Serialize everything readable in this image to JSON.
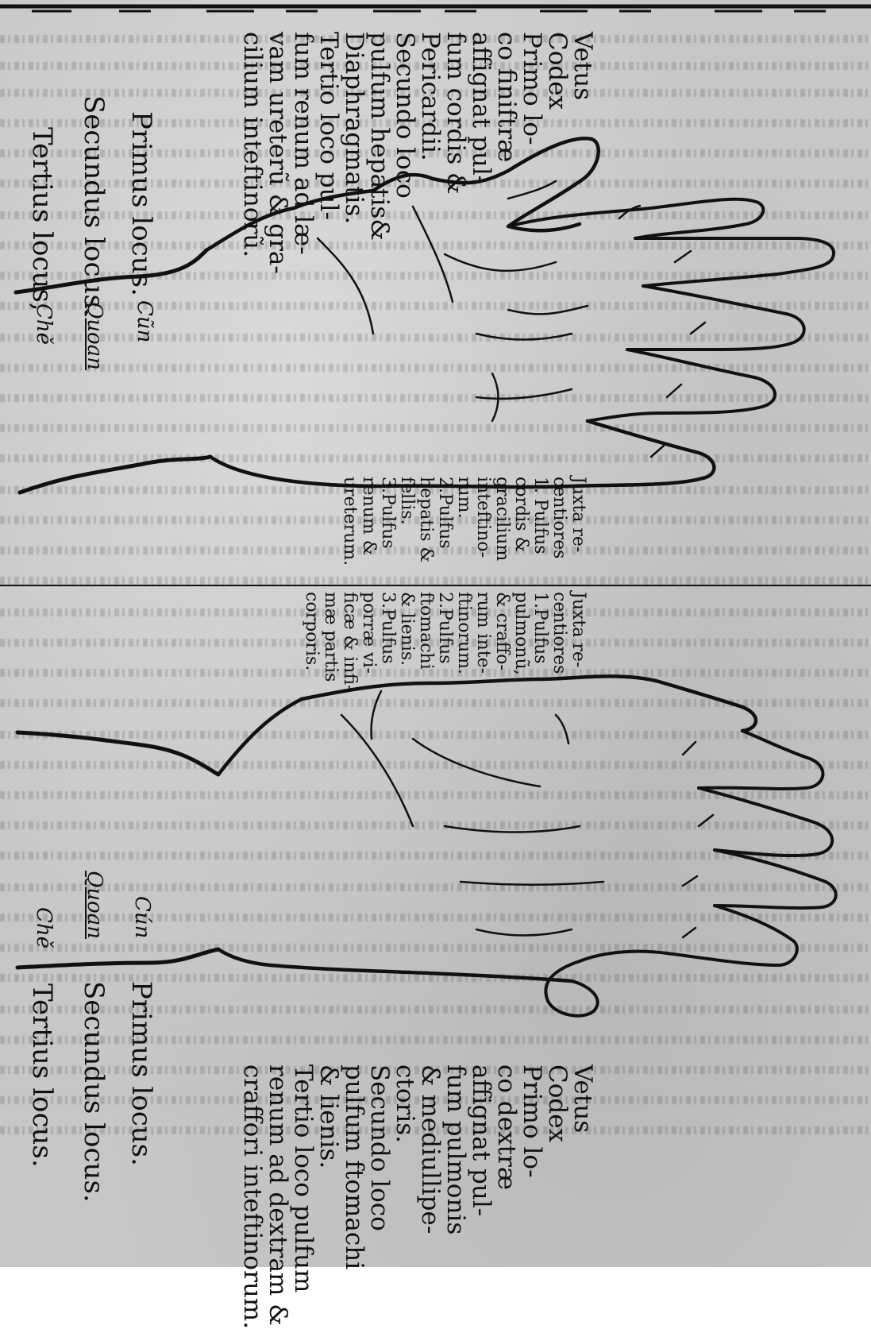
{
  "upper_hand": {
    "vetus_codex": [
      "Vetus",
      "Codex",
      "Primo lo-",
      "co finiftræ",
      "affignat pul-",
      "fum cordis &",
      "Pericardii.",
      "Secundo loco",
      "pulfum hepatis&",
      "Diaphragmatis.",
      "Tertio loco pul-",
      "fum renum ad læ-",
      "vam ureterũ & gra-",
      "cilium inteftinorũ."
    ],
    "loci": [
      {
        "label": "Primus locus.",
        "mark": "Cũn"
      },
      {
        "label": "Secundus locus.",
        "mark": "Quoan"
      },
      {
        "label": "Tertius locus,",
        "mark": "Chě"
      }
    ],
    "juxta_left": [
      "Juxta re-",
      "centiores",
      "1. Pulfus",
      "cordis &",
      "gracilium",
      "inteftino-",
      "rum.",
      "2.Pulfus",
      "hepatis &",
      "fellis.",
      "3.Pulfus",
      "renum &",
      "ureterum."
    ],
    "juxta_right": [
      "Juxta re-",
      "centiores",
      "1.Pulfus",
      "pulmonũ,",
      "& craffo-",
      "rum inte-",
      "ftinorum.",
      "2.Pulfus",
      "ftomachi",
      "& lienis.",
      "3.Pulfus",
      "porræ vi-",
      "ficæ & infi-",
      "mæ partis",
      "corporis."
    ]
  },
  "lower_hand": {
    "vetus_codex": [
      "Vetus",
      "Codex",
      "Primo lo-",
      "co dextræ",
      "affignat pul-",
      "fum pulmonis",
      "& mediullipe-",
      "ctoris.",
      "Secundo loco",
      "pulfum ftomachi",
      "& lienis.",
      "Tertio loco pulfum",
      "renum ad dextram &",
      "craffori inteftinorum."
    ],
    "loci": [
      {
        "label": "Primus locus.",
        "mark": "Cún"
      },
      {
        "label": "Secundus locus.",
        "mark": "Quoan"
      },
      {
        "label": "Tertius locus.",
        "mark": "Chě"
      }
    ]
  }
}
